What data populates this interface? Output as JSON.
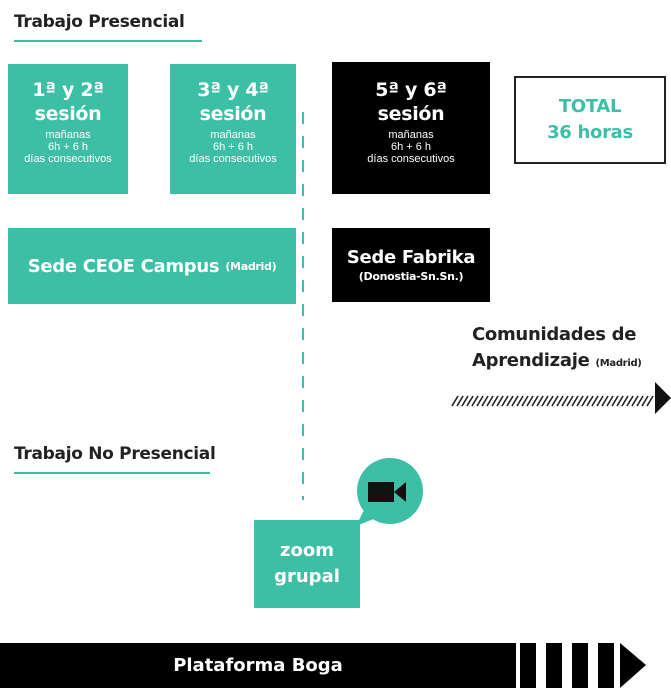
{
  "presencial_title": "Trabajo Presencial",
  "sessions": [
    {
      "title_line1": "1ª y 2ª",
      "title_line2": "sesión",
      "detail1": "mañanas",
      "detail2": "6h + 6 h",
      "detail3": "días consecutivos"
    },
    {
      "title_line1": "3ª y 4ª",
      "title_line2": "sesión",
      "detail1": "mañanas",
      "detail2": "6h + 6 h",
      "detail3": "días consecutivos"
    },
    {
      "title_line1": "5ª y 6ª",
      "title_line2": "sesión",
      "detail1": "mañanas",
      "detail2": "6h + 6 h",
      "detail3": "días consecutivos"
    }
  ],
  "total": {
    "label": "TOTAL",
    "value": "36 horas"
  },
  "venues": [
    {
      "name": "Sede CEOE Campus",
      "location": "(Madrid)"
    },
    {
      "name": "Sede Fabrika",
      "location": "(Donostia-Sn.Sn.)"
    }
  ],
  "comunidades": {
    "line1": "Comunidades de",
    "line2": "Aprendizaje",
    "location": "(Madrid)"
  },
  "no_presencial_title": "Trabajo No Presencial",
  "zoom": {
    "line1": "zoom",
    "line2": "grupal"
  },
  "platform": {
    "label": "Plataforma Boga"
  },
  "colors": {
    "teal": "#3dbfa6",
    "black": "#000000"
  },
  "icons": {
    "video": "video-camera-icon"
  }
}
